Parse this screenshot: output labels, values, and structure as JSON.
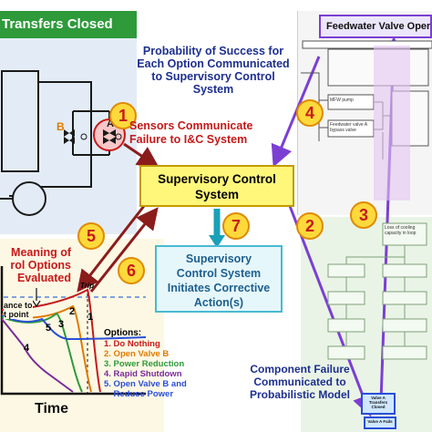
{
  "plant": {
    "title": "Transfers Closed",
    "valve_a": "A",
    "valve_b": "B"
  },
  "steps": {
    "one": "1",
    "two": "2",
    "three": "3",
    "four": "4",
    "five": "5",
    "six": "6",
    "seven": "7"
  },
  "labels": {
    "sensors_line1": "Sensors Communicate",
    "sensors_line2": "Failure to I&C System",
    "prob_line1": "Probability of Success for",
    "prob_line2": "Each Option Communicated",
    "prob_line3": "to  Supervisory Control",
    "prob_line4": "System",
    "scs_line1": "Supervisory Control",
    "scs_line2": "System",
    "action_line1": "Supervisory",
    "action_line2": "Control System",
    "action_line3": "Initiates Corrective",
    "action_line4": "Action(s)",
    "meaning_line1": "Meaning of",
    "meaning_line2": "rol Options",
    "meaning_line3": "Evaluated",
    "comp_line1": "Component Failure",
    "comp_line2": "Communicated to",
    "comp_line3": "Probabilistic Model",
    "fvo": "Feedwater Valve Oper"
  },
  "plot": {
    "xlabel": "Time",
    "trip": "Trip",
    "annotation_line1": "ance to",
    "annotation_line2": "t point",
    "curve_labels": [
      "1",
      "2",
      "3",
      "4",
      "5"
    ],
    "options_title": "Options:",
    "options": [
      {
        "text": "1. Do Nothing",
        "color": "#c61a1a"
      },
      {
        "text": "2. Open Valve B",
        "color": "#e07a00"
      },
      {
        "text": "3. Power Reduction",
        "color": "#2e9a3a"
      },
      {
        "text": "4. Rapid Shutdown",
        "color": "#7a2a9a"
      },
      {
        "text": "5. Open Valve B and",
        "color": "#2a4fd8"
      },
      {
        "text": "    Reduce Power",
        "color": "#2a4fd8"
      }
    ]
  },
  "fault_tree": {
    "nodes": [
      "MFW pump",
      "Feedwater valve A bypass valve",
      "Loss of cooling capacity in loop",
      "Valve A Transfers Closed",
      "Valve A Fails"
    ]
  },
  "colors": {
    "green_banner": "#2e9a3a",
    "red_arrow": "#8b1c1c",
    "purple_arrow": "#7b3fd3",
    "teal_arrow": "#1aa0b8",
    "yellow_box": "#fff77a"
  }
}
